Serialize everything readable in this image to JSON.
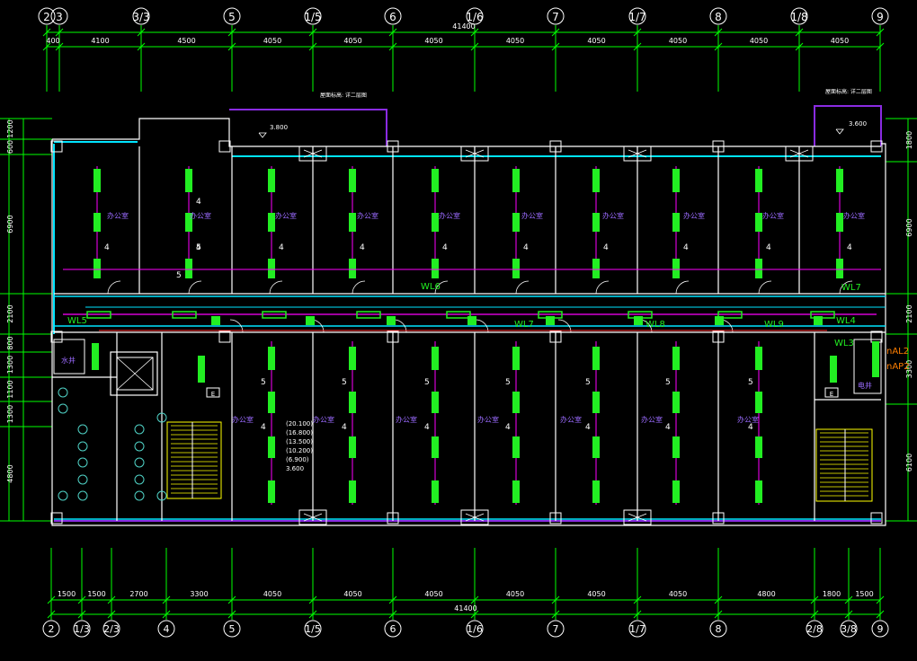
{
  "colors": {
    "background": "#000000",
    "grid": "#00ff00",
    "wall": "#ffffff",
    "window": "#00e5ff",
    "wiring": "#ff00ff",
    "lamp": "#22ee22",
    "roof_edge": "#8a2be2",
    "room_label": "#9b6bff",
    "red_line": "#ff3030",
    "yellow": "#ffff00"
  },
  "top_axes": [
    "2",
    "3",
    "3/3",
    "5",
    "1/5",
    "6",
    "1/6",
    "7",
    "1/7",
    "8",
    "1/8",
    "9"
  ],
  "bottom_axes": [
    "2",
    "1/3",
    "2/3",
    "4",
    "5",
    "1/5",
    "6",
    "1/6",
    "7",
    "1/7",
    "8",
    "2/8",
    "3/8",
    "9"
  ],
  "top_dims": [
    "400",
    "4100",
    "4500",
    "4050",
    "4050",
    "4050",
    "4050",
    "4050",
    "4050",
    "4050",
    "4050"
  ],
  "top_total": "41400",
  "bottom_dims": [
    "1500",
    "1500",
    "2700",
    "3300",
    "4050",
    "4050",
    "4050",
    "4050",
    "4050",
    "4050",
    "4800",
    "1800",
    "1500"
  ],
  "bottom_total": "41400",
  "left_dims": [
    "1200",
    "600",
    "6900",
    "2100",
    "800",
    "1300",
    "1100",
    "1300",
    "4800"
  ],
  "right_dims": [
    "1800",
    "6900",
    "2100",
    "3300",
    "6100"
  ],
  "room_label": "办公室",
  "shaft_label": "水井",
  "shaft_label_right": "电井",
  "roof_note": "屋面标高: 详二层图",
  "level_3800": "3.800",
  "level_3600": "3.600",
  "level_stack": [
    "(20.100)",
    "(16.800)",
    "(13.500)",
    "(10.200)",
    "(6.900)",
    "3.600"
  ],
  "circuits": [
    "WL5",
    "WL6",
    "WL7",
    "WL8",
    "WL9",
    "WL4",
    "WL3"
  ],
  "panels": [
    "nAL2",
    "nAP2"
  ],
  "lamp_counts": [
    "4",
    "5"
  ],
  "panel_box_label": "E"
}
